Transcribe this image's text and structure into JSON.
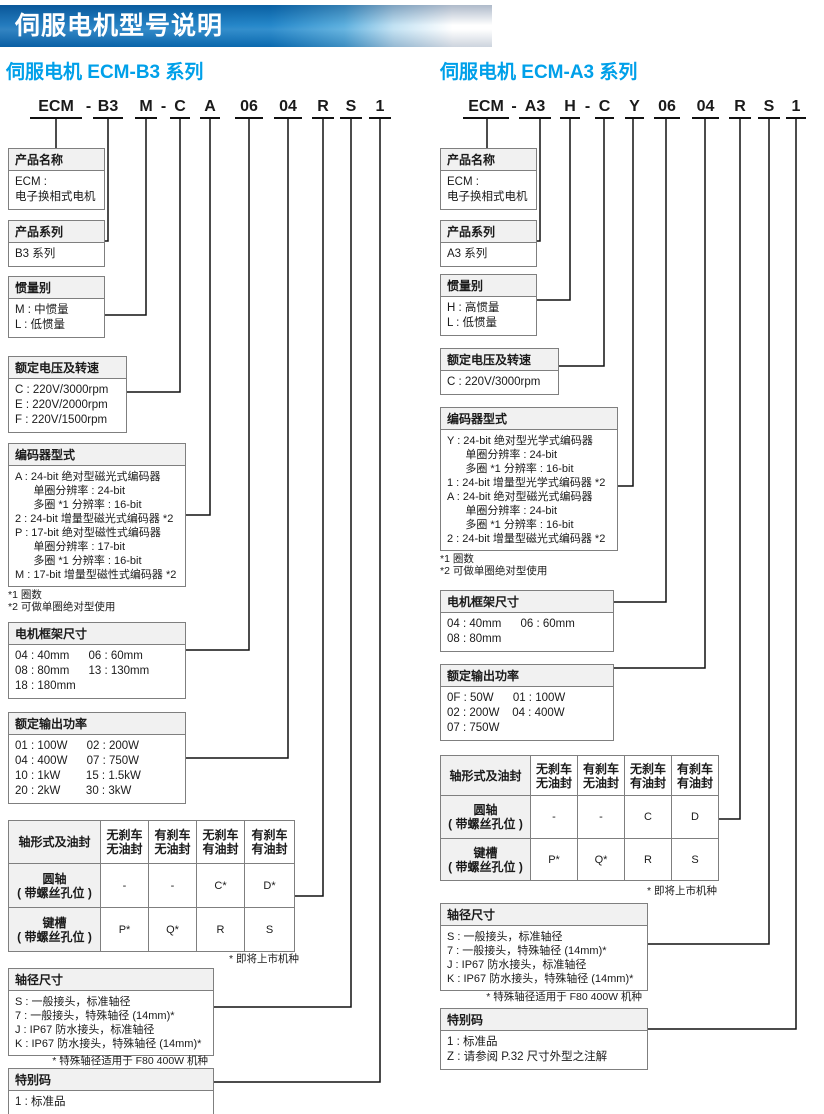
{
  "page": {
    "title": "伺服电机型号说明"
  },
  "left": {
    "section_title": "伺服电机 ECM-B3 系列",
    "code": [
      "ECM",
      "-",
      "B3",
      "M",
      "-",
      "C",
      "A",
      "06",
      "04",
      "R",
      "S",
      "1"
    ],
    "boxes": {
      "product_name": {
        "title": "产品名称",
        "body": "ECM :\n电子换相式电机"
      },
      "product_series": {
        "title": "产品系列",
        "body": "B3 系列"
      },
      "inertia": {
        "title": "惯量别",
        "body": "M : 中惯量\nL : 低惯量"
      },
      "voltage_speed": {
        "title": "额定电压及转速",
        "body": "C : 220V/3000rpm\nE : 220V/2000rpm\nF : 220V/1500rpm"
      },
      "encoder": {
        "title": "编码器型式",
        "body": "A : 24-bit 绝对型磁光式编码器\n      单圈分辨率 : 24-bit\n      多圈 *1 分辨率 : 16-bit\n2 : 24-bit 增量型磁光式编码器 *2\nP : 17-bit 绝对型磁性式编码器\n      单圈分辨率 : 17-bit\n      多圈 *1 分辨率 : 16-bit\nM : 17-bit 增量型磁性式编码器 *2",
        "footnotes": "*1 圈数\n*2 可做单圈绝对型使用"
      },
      "frame_size": {
        "title": "电机框架尺寸",
        "body": "04 : 40mm      06 : 60mm\n08 : 80mm      13 : 130mm\n18 : 180mm"
      },
      "rated_power": {
        "title": "额定输出功率",
        "body": "01 : 100W      02 : 200W\n04 : 400W      07 : 750W\n10 : 1kW        15 : 1.5kW\n20 : 2kW        30 : 3kW"
      },
      "shaft_dia": {
        "title": "轴径尺寸",
        "body": "S : 一般接头，标准轴径\n7 : 一般接头，特殊轴径 (14mm)*\nJ : IP67 防水接头，标准轴径\nK : IP67 防水接头，特殊轴径 (14mm)*",
        "footnote": "* 特殊轴径适用于 F80 400W 机种"
      },
      "special_code": {
        "title": "特别码",
        "body": "1 : 标准品"
      }
    },
    "table": {
      "corner": "轴形式及油封",
      "cols": [
        "无刹车\n无油封",
        "有刹车\n无油封",
        "无刹车\n有油封",
        "有刹车\n有油封"
      ],
      "rows": [
        {
          "label": "圆轴\n( 带螺丝孔位 )",
          "cells": [
            "-",
            "-",
            "C*",
            "D*"
          ]
        },
        {
          "label": "键槽\n( 带螺丝孔位 )",
          "cells": [
            "P*",
            "Q*",
            "R",
            "S"
          ]
        }
      ],
      "footnote": "* 即将上市机种"
    }
  },
  "right": {
    "section_title": "伺服电机 ECM-A3 系列",
    "code": [
      "ECM",
      "-",
      "A3",
      "H",
      "-",
      "C",
      "Y",
      "06",
      "04",
      "R",
      "S",
      "1"
    ],
    "boxes": {
      "product_name": {
        "title": "产品名称",
        "body": "ECM :\n电子换相式电机"
      },
      "product_series": {
        "title": "产品系列",
        "body": "A3 系列"
      },
      "inertia": {
        "title": "惯量别",
        "body": "H : 高惯量\nL : 低惯量"
      },
      "voltage_speed": {
        "title": "额定电压及转速",
        "body": "C : 220V/3000rpm"
      },
      "encoder": {
        "title": "编码器型式",
        "body": "Y : 24-bit 绝对型光学式编码器\n      单圈分辨率 : 24-bit\n      多圈 *1 分辨率 : 16-bit\n1 : 24-bit 增量型光学式编码器 *2\nA : 24-bit 绝对型磁光式编码器\n      单圈分辨率 : 24-bit\n      多圈 *1 分辨率 : 16-bit\n2 : 24-bit 增量型磁光式编码器 *2",
        "footnotes": "*1 圈数\n*2 可做单圈绝对型使用"
      },
      "frame_size": {
        "title": "电机框架尺寸",
        "body": "04 : 40mm      06 : 60mm\n08 : 80mm"
      },
      "rated_power": {
        "title": "额定输出功率",
        "body": "0F : 50W      01 : 100W\n02 : 200W    04 : 400W\n07 : 750W"
      },
      "shaft_dia": {
        "title": "轴径尺寸",
        "body": "S : 一般接头，标准轴径\n7 : 一般接头，特殊轴径 (14mm)*\nJ : IP67 防水接头，标准轴径\nK : IP67 防水接头，特殊轴径 (14mm)*",
        "footnote": "* 特殊轴径适用于 F80 400W 机种"
      },
      "special_code": {
        "title": "特别码",
        "body": "1 : 标准品\nZ : 请参阅 P.32 尺寸外型之注解"
      }
    },
    "table": {
      "corner": "轴形式及油封",
      "cols": [
        "无刹车\n无油封",
        "有刹车\n无油封",
        "无刹车\n有油封",
        "有刹车\n有油封"
      ],
      "rows": [
        {
          "label": "圆轴\n( 带螺丝孔位 )",
          "cells": [
            "-",
            "-",
            "C",
            "D"
          ]
        },
        {
          "label": "键槽\n( 带螺丝孔位 )",
          "cells": [
            "P*",
            "Q*",
            "R",
            "S"
          ]
        }
      ],
      "footnote": "* 即将上市机种"
    }
  }
}
